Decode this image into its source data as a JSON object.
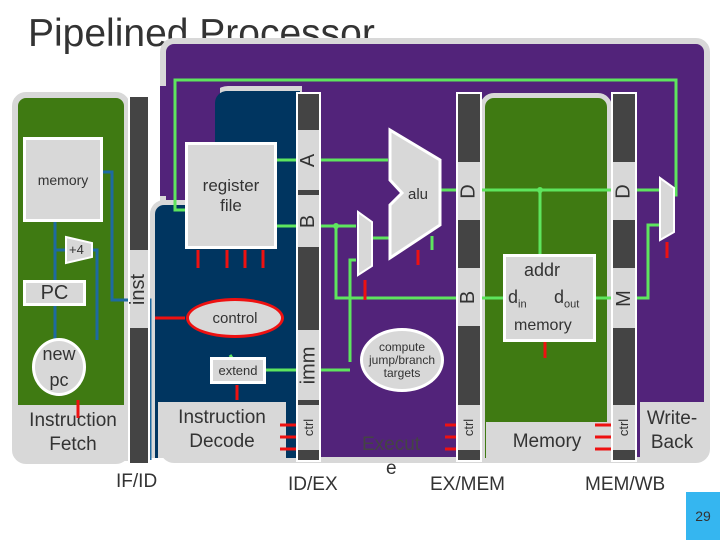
{
  "title": "Pipelined Processor",
  "fetch": {
    "memory": "memory",
    "plus4": "+4",
    "pc": "PC",
    "new_pc_1": "new",
    "new_pc_2": "pc",
    "stage": "Instruction Fetch"
  },
  "decode": {
    "register_file": "register file",
    "control": "control",
    "extend": "extend",
    "stage": "Instruction Decode"
  },
  "execute": {
    "alu": "alu",
    "compute": "compute jump/branch targets",
    "stage_1": "Execut",
    "stage_2": "e"
  },
  "memory": {
    "addr": "addr",
    "din": "d",
    "din_sub": "in",
    "dout": "d",
    "dout_sub": "out",
    "memory": "memory",
    "stage": "Memory"
  },
  "writeback": {
    "stage": "Write-Back"
  },
  "registers": {
    "if_id": {
      "label": "IF/ID",
      "inst": "inst"
    },
    "id_ex": {
      "label": "ID/EX",
      "a": "A",
      "b": "B",
      "imm": "imm",
      "ctrl": "ctrl"
    },
    "ex_mem": {
      "label": "EX/MEM",
      "d": "D",
      "b": "B",
      "ctrl": "ctrl"
    },
    "mem_wb": {
      "label": "MEM/WB",
      "d": "D",
      "m": "M",
      "ctrl": "ctrl"
    }
  },
  "page_number": "29",
  "colors": {
    "if": "#3f7a12",
    "id": "#003560",
    "ex": "#52237a",
    "wire": "#5ee55e",
    "control": "#ee1111",
    "page": "#35b6f0"
  }
}
